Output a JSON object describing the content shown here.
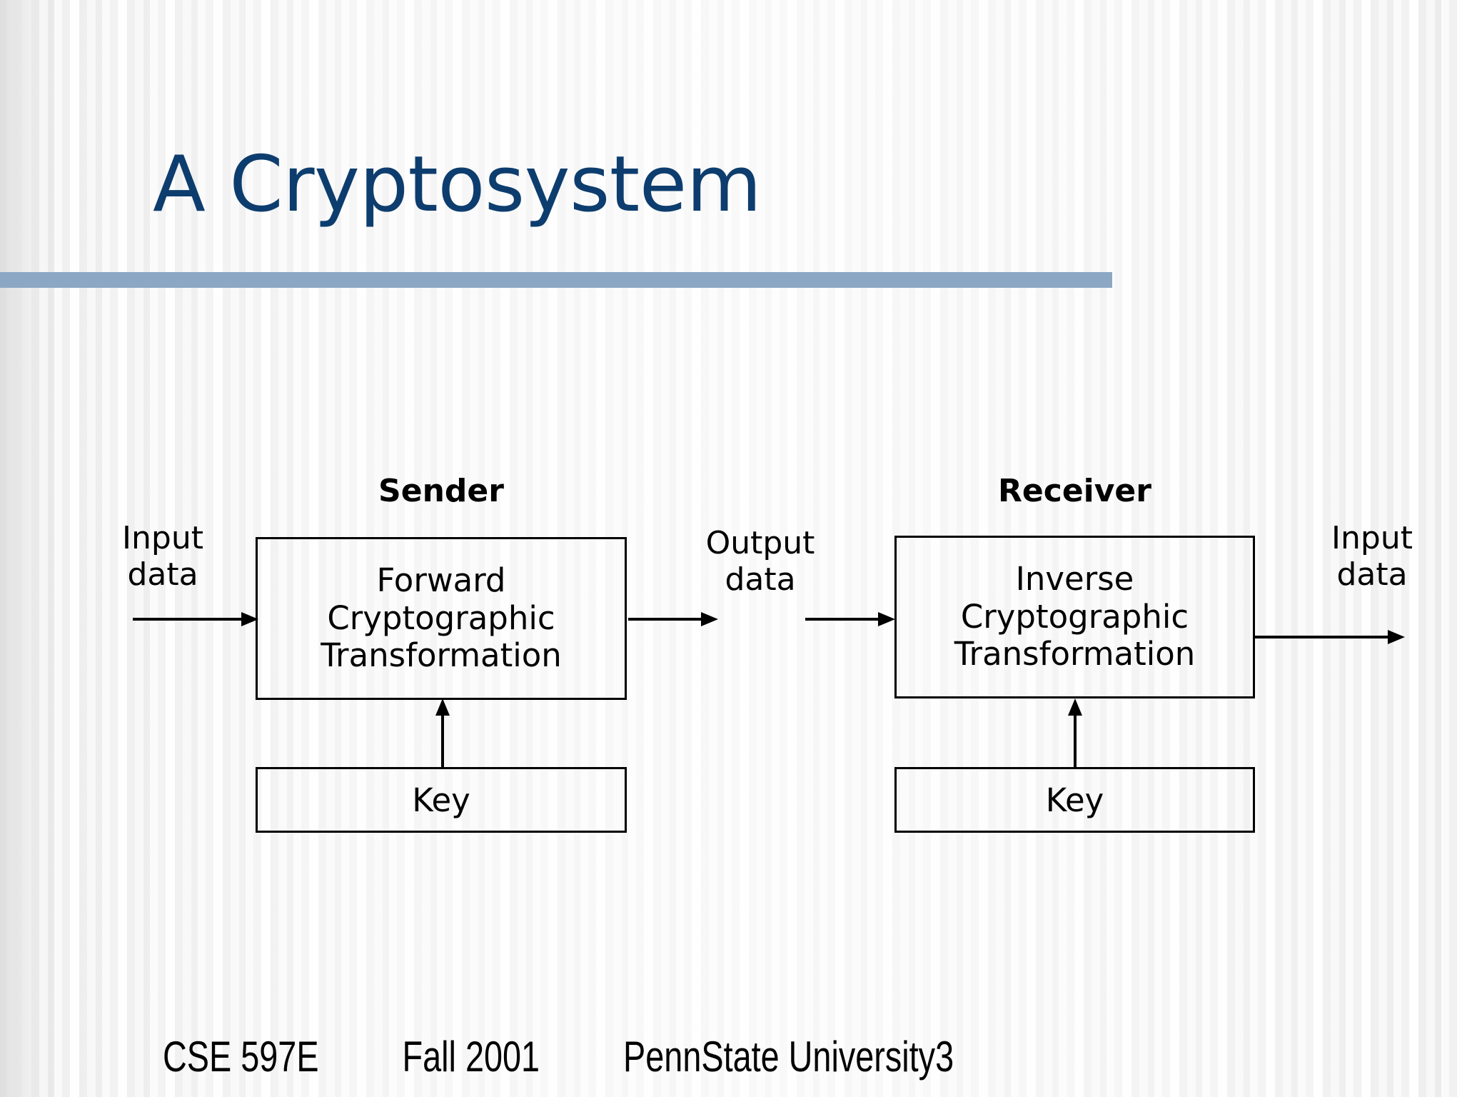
{
  "slide": {
    "title": "A Cryptosystem",
    "accent_color": "#8ba7c4",
    "title_color": "#0d3d6e"
  },
  "diagram": {
    "sender_label": "Sender",
    "receiver_label": "Receiver",
    "input_data_left": "Input\ndata",
    "output_data_middle": "Output\ndata",
    "input_data_right": "Input\ndata",
    "forward_box": "Forward\nCryptographic\nTransformation",
    "inverse_box": "Inverse\nCryptographic\nTransformation",
    "key_left": "Key",
    "key_right": "Key"
  },
  "footer": {
    "course": "CSE 597E",
    "term": "Fall 2001",
    "institution": "PennState University3"
  }
}
